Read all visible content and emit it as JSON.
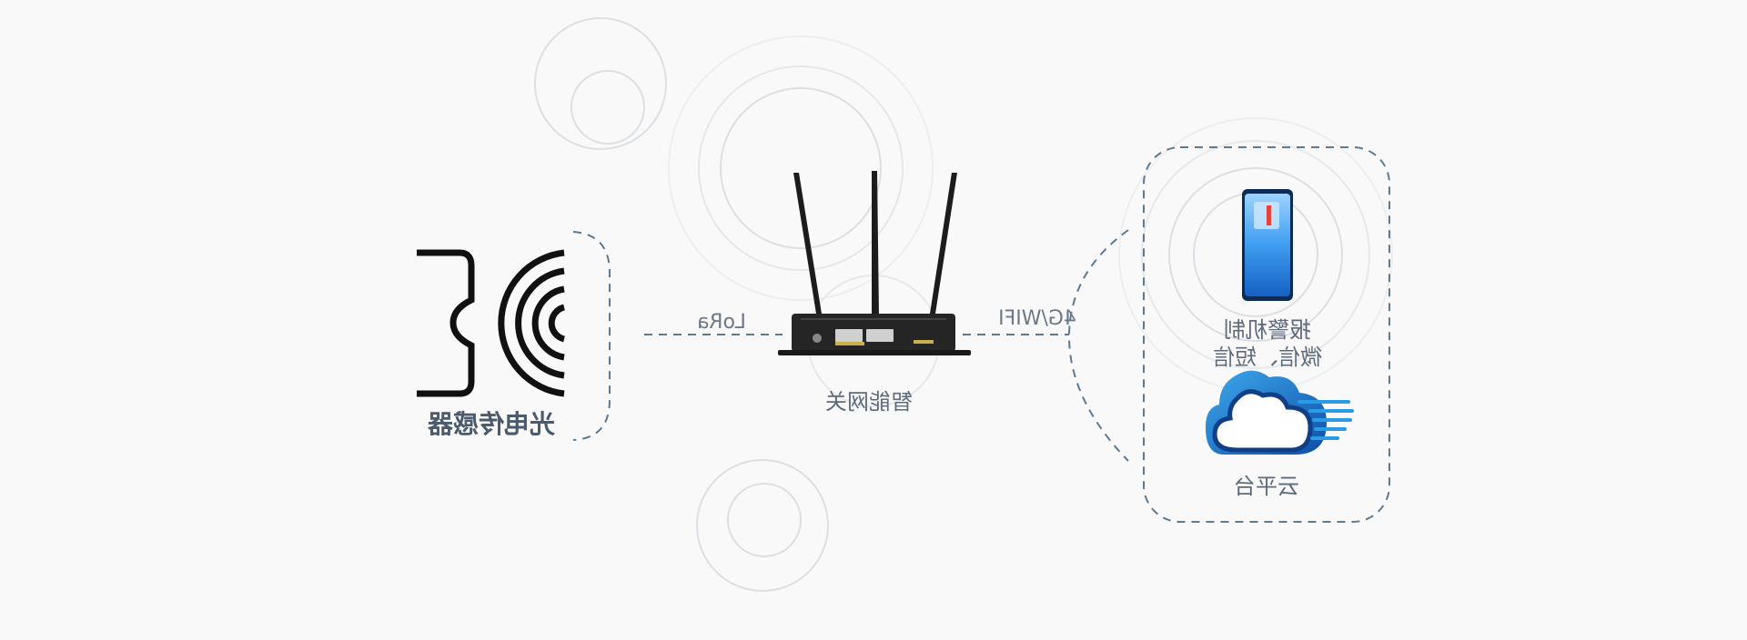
{
  "labels": {
    "sensor": "光电传感器",
    "gateway": "智能网关",
    "lora": "LoRa",
    "net": "4G/WIFI",
    "alarm_line1": "报警机制",
    "alarm_line2": "微信、短信",
    "cloud": "云平台"
  },
  "colors": {
    "dash": "#5a7a95",
    "ring": "#d9dde1",
    "sensor_icon": "#111111",
    "cloud_blue": "#1a74c8",
    "cloud_dark": "#0f3f86",
    "phone_blue": "#2d8fe6"
  }
}
